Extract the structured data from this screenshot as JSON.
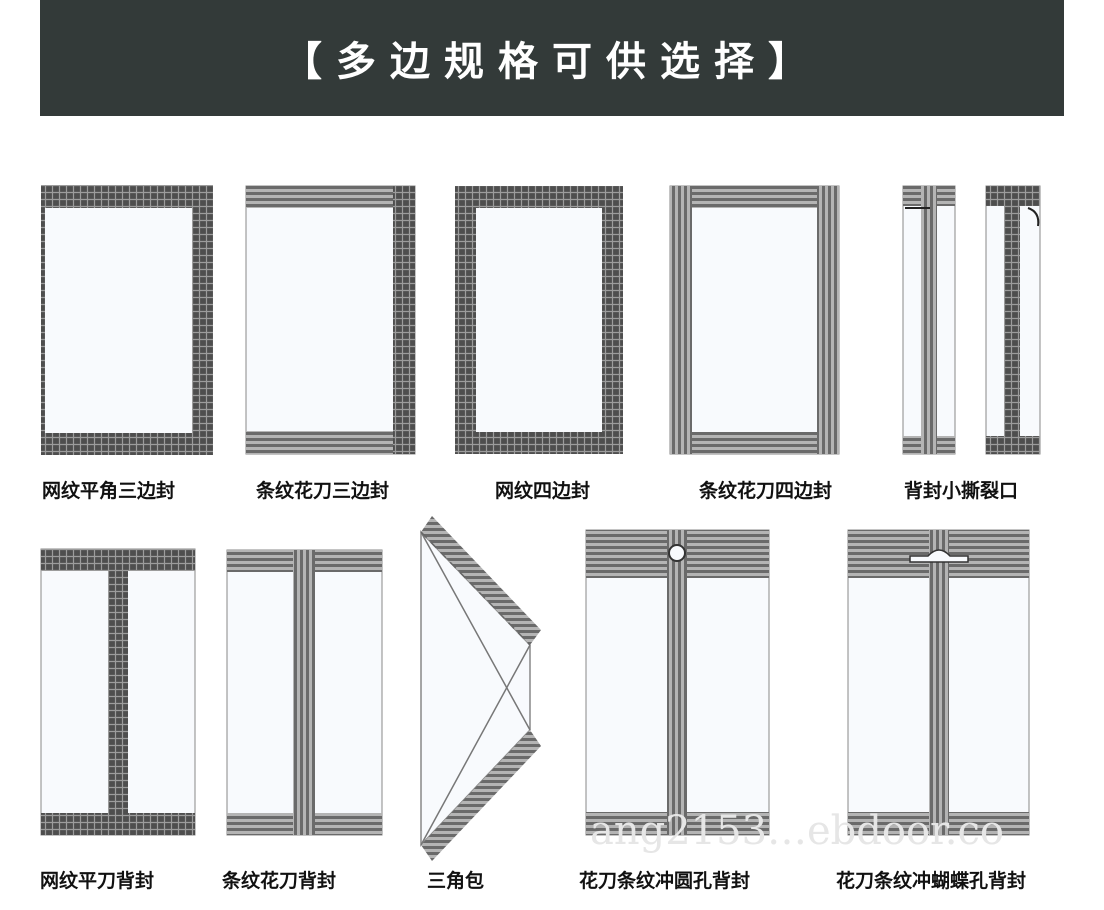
{
  "header": {
    "title": "【多边规格可供选择】"
  },
  "colors": {
    "banner_bg": "#333a39",
    "seal_dark": "#4e4e4e",
    "seal_light": "#858585",
    "bag_fill": "#f8fafd"
  },
  "items": [
    {
      "label": "网纹平角三边封",
      "icon": "mesh-flat-three-side-seal-bag"
    },
    {
      "label": "条纹花刀三边封",
      "icon": "striped-serrated-three-side-seal-bag"
    },
    {
      "label": "网纹四边封",
      "icon": "mesh-four-side-seal-bag"
    },
    {
      "label": "条纹花刀四边封",
      "icon": "striped-serrated-four-side-seal-bag"
    },
    {
      "label": "背封小撕裂口",
      "icon": "back-seal-tear-notch-bag"
    },
    {
      "label": "网纹平刀背封",
      "icon": "mesh-flat-back-seal-bag"
    },
    {
      "label": "条纹花刀背封",
      "icon": "striped-serrated-back-seal-bag"
    },
    {
      "label": "三角包",
      "icon": "triangle-pouch"
    },
    {
      "label": "花刀条纹冲圆孔背封",
      "icon": "round-hole-back-seal-bag"
    },
    {
      "label": "花刀条纹冲蝴蝶孔背封",
      "icon": "butterfly-hole-back-seal-bag"
    }
  ],
  "watermark": {
    "text": "ang2153…ebdoor.co"
  }
}
